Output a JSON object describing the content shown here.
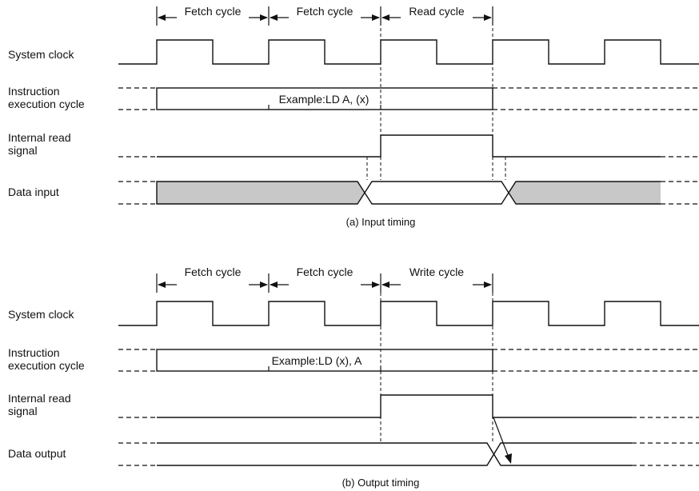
{
  "colors": {
    "line": "#111111",
    "shade": "#c8c8c8",
    "background": "#ffffff"
  },
  "panel_a": {
    "cycles": [
      "Fetch cycle",
      "Fetch cycle",
      "Read cycle"
    ],
    "signals": {
      "clock": "System clock",
      "exec_line1": "Instruction",
      "exec_line2": "execution cycle",
      "read_line1": "Internal read",
      "read_line2": "signal",
      "data": "Data input"
    },
    "example": "Example:LD  A, (x)",
    "caption": "(a) Input timing"
  },
  "panel_b": {
    "cycles": [
      "Fetch cycle",
      "Fetch cycle",
      "Write cycle"
    ],
    "signals": {
      "clock": "System clock",
      "exec_line1": "Instruction",
      "exec_line2": "execution cycle",
      "read_line1": "Internal read",
      "read_line2": "signal",
      "data": "Data output"
    },
    "example": "Example:LD  (x), A",
    "caption": "(b) Output timing"
  }
}
